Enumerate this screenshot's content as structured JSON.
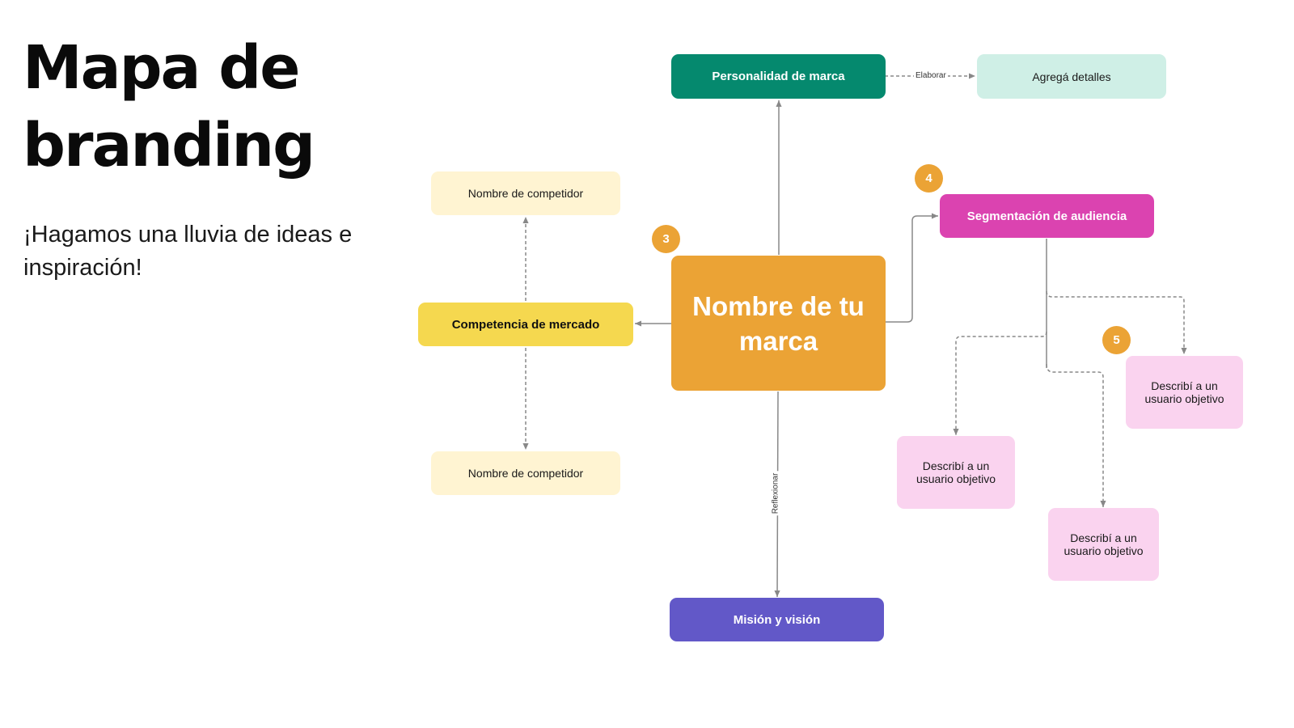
{
  "header": {
    "title": "Mapa de branding",
    "subtitle": "¡Hagamos una lluvia de ideas e inspiración!"
  },
  "colors": {
    "center": "#eba335",
    "personality": "#05896e",
    "personality_detail": "#cfefe6",
    "competition": "#f5d84f",
    "competitor": "#fff4d2",
    "audience": "#db43b0",
    "audience_user": "#fad3ef",
    "mission": "#6258c8",
    "badge": "#eba335",
    "connector": "#888888"
  },
  "nodes": {
    "center": "Nombre de tu marca",
    "personality": "Personalidad de marca",
    "personality_detail": "Agregá detalles",
    "competition": "Competencia de mercado",
    "competitor_top": "Nombre de competidor",
    "competitor_bottom": "Nombre de competidor",
    "audience": "Segmentación de audiencia",
    "user_left": "Describí a un usuario objetivo",
    "user_middle": "Describí a un usuario objetivo",
    "user_right": "Describí a un usuario objetivo",
    "mission": "Misión y visión"
  },
  "badges": {
    "competition": "3",
    "audience": "4",
    "users": "5"
  },
  "edge_labels": {
    "elaborar": "Elaborar",
    "reflexionar": "Reflexionar"
  }
}
